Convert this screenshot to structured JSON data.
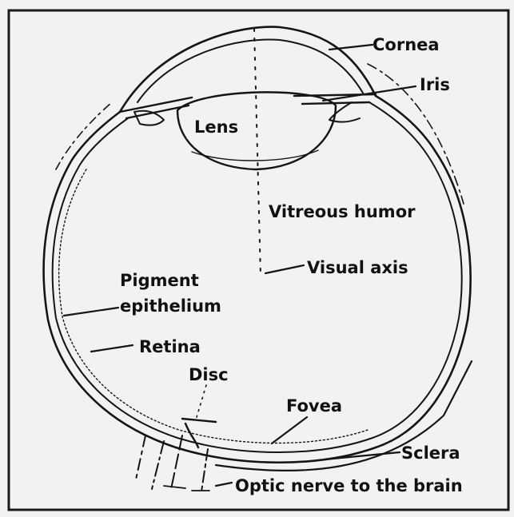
{
  "labels": {
    "cornea": "Cornea",
    "iris": "Iris",
    "lens": "Lens",
    "vitreous_humor": "Vitreous humor",
    "visual_axis": "Visual axis",
    "pigment_line1": "Pigment",
    "pigment_line2": "epithelium",
    "retina": "Retina",
    "disc": "Disc",
    "fovea": "Fovea",
    "sclera": "Sclera",
    "optic_nerve": "Optic nerve to the brain"
  },
  "colors": {
    "paper": "#f2f2f2",
    "ink": "#151515",
    "frame": "#1a1a1a"
  }
}
